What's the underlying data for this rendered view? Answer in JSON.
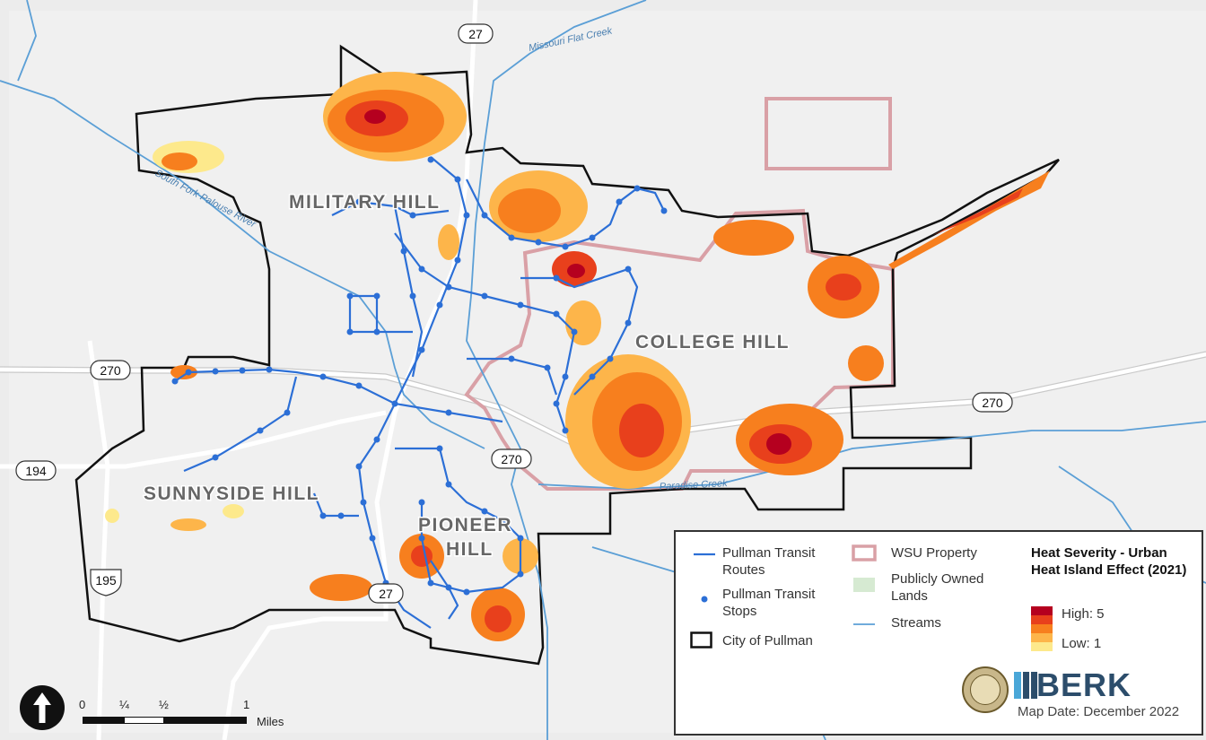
{
  "places": {
    "military_hill": "MILITARY HILL",
    "college_hill": "COLLEGE HILL",
    "sunnyside_hill": "SUNNYSIDE HILL",
    "pioneer": "PIONEER",
    "hill": "HILL"
  },
  "streams": {
    "missouri_flat": "Missouri Flat Creek",
    "palouse": "South Fork Palouse River",
    "paradise": "Paradise Creek"
  },
  "shields": {
    "r27_top": "27",
    "r27_bottom": "27",
    "r270_west": "270",
    "r270_east": "270",
    "r270_center": "270",
    "r194": "194",
    "r195": "195"
  },
  "legend": {
    "routes": "Pullman Transit\nRoutes",
    "stops": "Pullman Transit\nStops",
    "city": "City of Pullman",
    "wsu": "WSU Property",
    "public": "Publicly Owned\nLands",
    "streams": "Streams",
    "heat_title": "Heat Severity - Urban Heat Island Effect (2021)",
    "high": "High: 5",
    "low": "Low: 1"
  },
  "scale": {
    "t0": "0",
    "t1": "¼",
    "t2": "½",
    "t3": "1",
    "unit": "Miles"
  },
  "branding": {
    "logo": "BERK",
    "map_date": "Map Date: December 2022"
  },
  "colors": {
    "heat_5": "#b5001f",
    "heat_4": "#e8401c",
    "heat_3": "#f77f1e",
    "heat_2": "#fdb54a",
    "heat_1": "#fde98c",
    "transit": "#2c6fd6",
    "wsu": "#d9a0a6",
    "stream": "#5b9fd6",
    "city_boundary": "#111111",
    "public_lands": "#d6ead2"
  },
  "icons": {
    "north_arrow": "north-arrow-icon",
    "seal": "city-seal-icon"
  }
}
